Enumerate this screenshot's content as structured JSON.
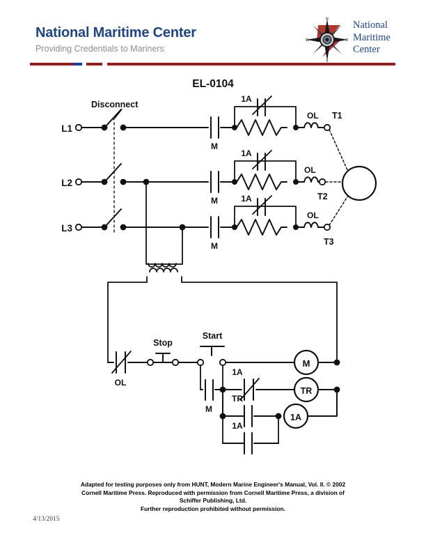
{
  "header": {
    "brand_title": "National Maritime Center",
    "tagline": "Providing Credentials to Mariners",
    "logo_line1": "National",
    "logo_line2": "Maritime",
    "logo_line3": "Center",
    "logo_icon": "compass-rose-icon",
    "colors": {
      "brand_blue": "#21457e",
      "rule_red": "#8c1f1f",
      "rule_blue": "#1c3f8c",
      "tagline_gray": "#8d8d8d"
    },
    "compass_labels": {
      "north": "N",
      "south": "S",
      "east": "E",
      "west": "W"
    }
  },
  "diagram": {
    "title": "EL-0104",
    "type": "motor-control-ladder-schematic",
    "power_section": {
      "disconnect_label": "Disconnect",
      "line_labels": [
        "L1",
        "L2",
        "L3"
      ],
      "contactor_label": "M",
      "overload_fuse_label": "1A",
      "overload_coil_label": "OL",
      "motor_terminals": [
        "T1",
        "T2",
        "T3"
      ],
      "motor_symbol": "motor-circle"
    },
    "transformer": {
      "name": "control-transformer",
      "primary_taps": [
        "L2",
        "L3"
      ]
    },
    "control_section": {
      "ol_contact_label": "OL",
      "stop_label": "Stop",
      "start_label": "Start",
      "seal_in_contact_label": "M",
      "rungs": [
        {
          "coil": "M",
          "contacts": []
        },
        {
          "coil": "TR",
          "contacts": [
            "1A"
          ]
        },
        {
          "coil": "1A",
          "contacts": [
            "TR",
            "1A"
          ]
        }
      ],
      "coil_labels": [
        "M",
        "TR",
        "1A"
      ],
      "contact_labels": [
        "1A",
        "TR",
        "1A"
      ]
    }
  },
  "footer": {
    "credit_line1": "Adapted for testing purposes only from HUNT, Modern Marine Engineer's Manual, Vol. II. © 2002",
    "credit_line2": "Cornell Maritime Press. Reproduced with permission from Cornell Maritime Press, a division of",
    "credit_line3": "Schiffer Publishing, Ltd.",
    "credit_line4": "Further reproduction prohibited without permission.",
    "date": "4/13/2015"
  }
}
